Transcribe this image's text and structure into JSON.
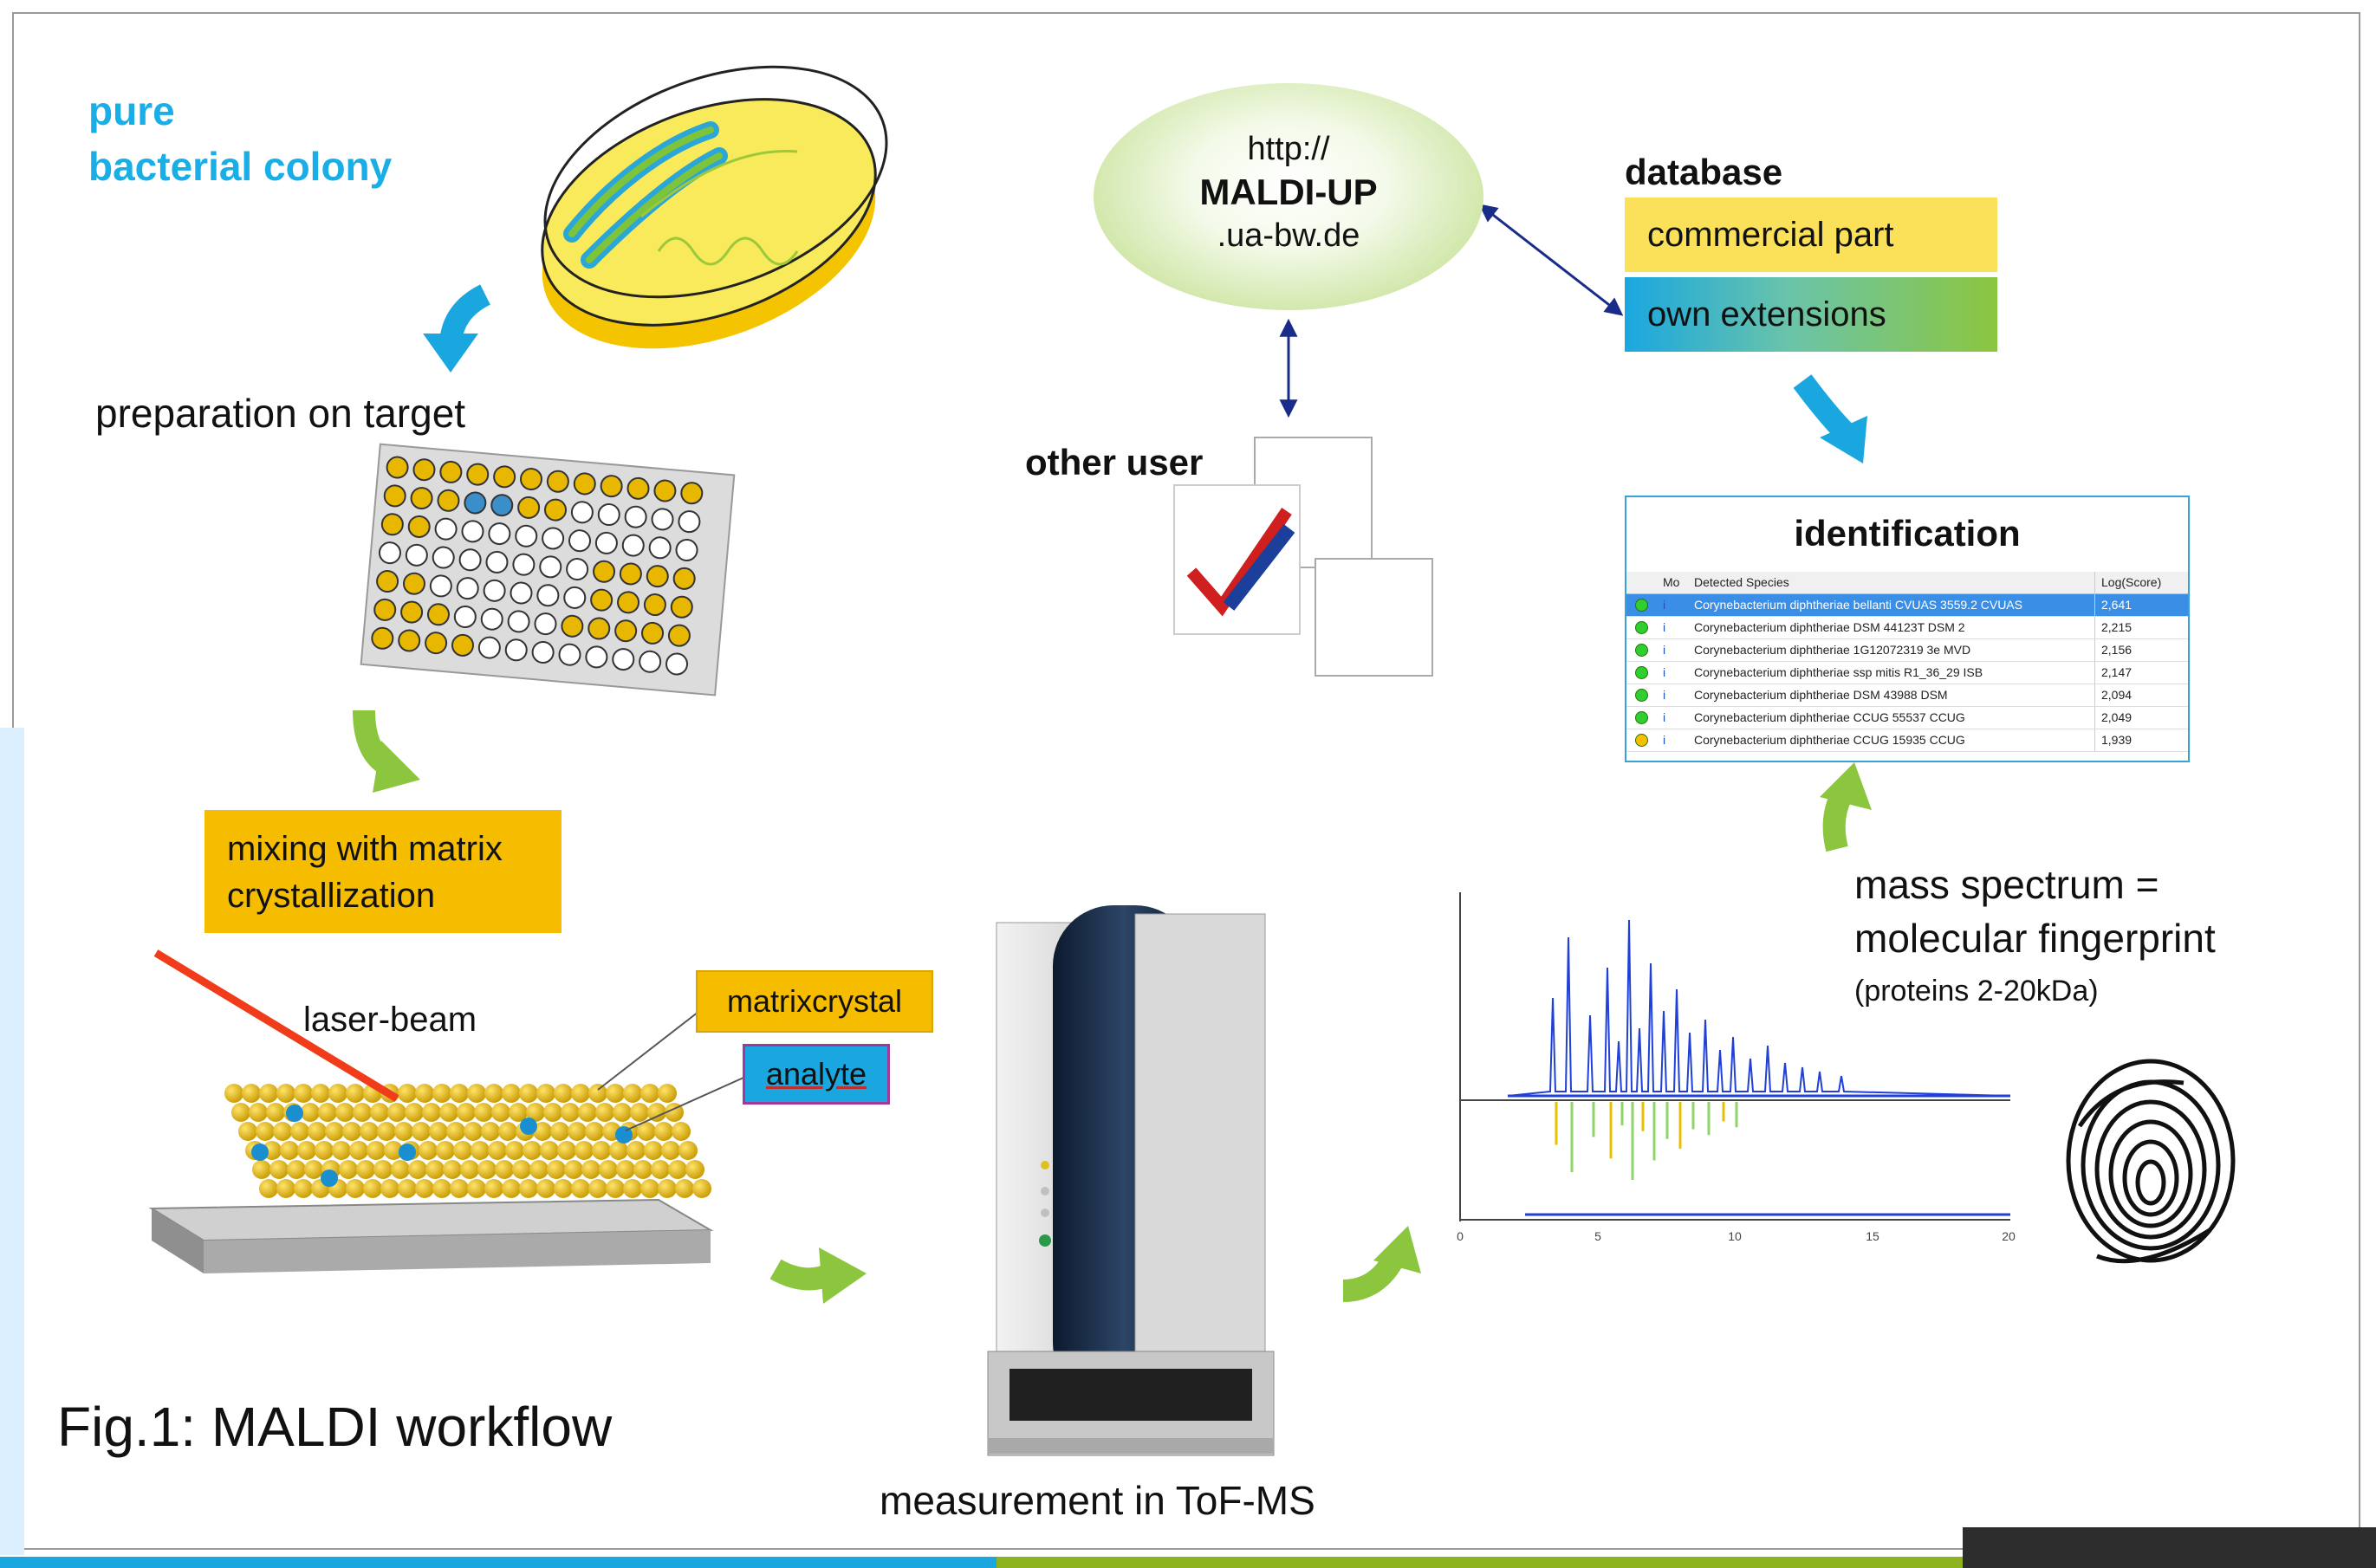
{
  "caption": "Fig.1:  MALDI workflow",
  "colony": {
    "label_line1": "pure",
    "label_line2": "bacterial colony"
  },
  "preparation": {
    "label": "preparation on target"
  },
  "mixing": {
    "line1": "mixing with matrix",
    "line2": "crystallization"
  },
  "crystal": {
    "laser_label": "laser-beam",
    "matrixcrystal_label": "matrixcrystal",
    "analyte_label": "analyte"
  },
  "measurement": {
    "label": "measurement in ToF-MS"
  },
  "server": {
    "line1": "http://",
    "line2": "MALDI-UP",
    "line3": ".ua-bw.de"
  },
  "database": {
    "title": "database",
    "commercial": "commercial part",
    "own": "own extensions"
  },
  "other_user": {
    "label": "other user"
  },
  "identification": {
    "title": "identification",
    "headers": {
      "mo": "Mo",
      "species": "Detected Species",
      "score": "Log(Score)"
    },
    "rows": [
      {
        "species": "Corynebacterium diphtheriae bellanti CVUAS 3559.2 CVUAS",
        "score": "2,641",
        "status": "green"
      },
      {
        "species": "Corynebacterium diphtheriae DSM 44123T DSM  2",
        "score": "2,215",
        "status": "green"
      },
      {
        "species": "Corynebacterium diphtheriae 1G12072319  3e MVD",
        "score": "2,156",
        "status": "green"
      },
      {
        "species": "Corynebacterium diphtheriae ssp mitis R1_36_29 ISB",
        "score": "2,147",
        "status": "green"
      },
      {
        "species": "Corynebacterium diphtheriae DSM 43988 DSM",
        "score": "2,094",
        "status": "green"
      },
      {
        "species": "Corynebacterium diphtheriae CCUG 55537 CCUG",
        "score": "2,049",
        "status": "green"
      },
      {
        "species": "Corynebacterium diphtheriae CCUG 15935 CCUG",
        "score": "1,939",
        "status": "yellow"
      }
    ]
  },
  "spectrum": {
    "title_line1": "mass spectrum =",
    "title_line2": "molecular fingerprint",
    "subtitle": "(proteins 2-20kDa)",
    "axis_ticks": [
      "0",
      "5",
      "10",
      "15",
      "20"
    ]
  },
  "colors": {
    "blue_accent": "#1aa7e0",
    "green_accent": "#8cb21d",
    "gold": "#f5bc00",
    "status_green": "#2fcf2f",
    "status_yellow": "#f5c000"
  }
}
